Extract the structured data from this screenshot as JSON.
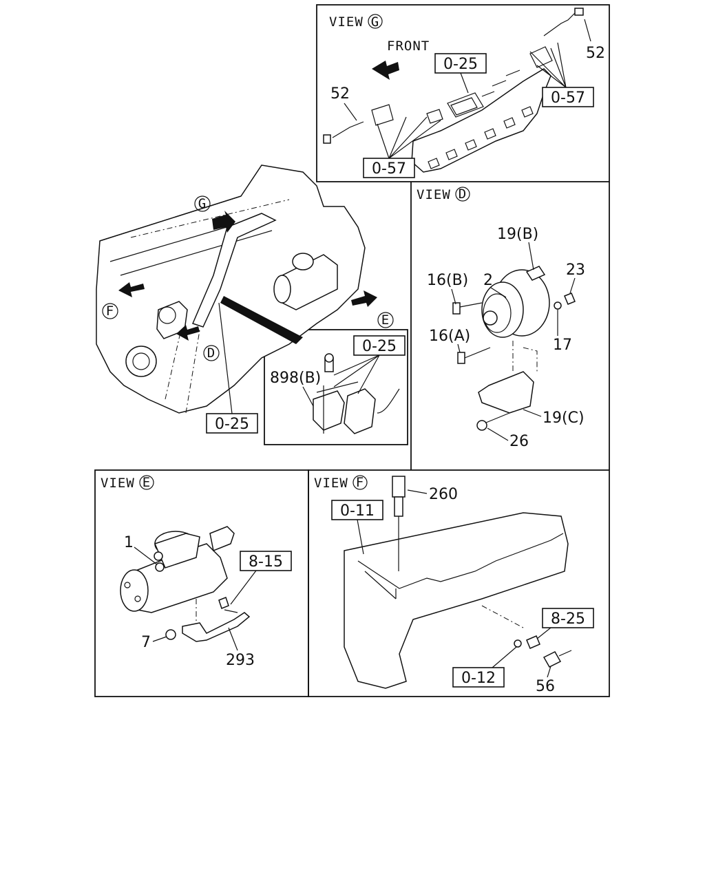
{
  "views": {
    "g": {
      "word": "VIEW",
      "letter": "G"
    },
    "d": {
      "word": "VIEW",
      "letter": "D"
    },
    "e": {
      "word": "VIEW",
      "letter": "E"
    },
    "f": {
      "word": "VIEW",
      "letter": "F"
    }
  },
  "main_markers": {
    "g": "G",
    "f": "F",
    "d": "D",
    "e": "E"
  },
  "front_label": "FRONT",
  "refs": {
    "g_025": "0-25",
    "g_057_right": "0-57",
    "g_057_left": "0-57",
    "main_025": "0-25",
    "inset_025": "0-25",
    "e_815": "8-15",
    "f_011": "0-11",
    "f_825": "8-25",
    "f_012": "0-12"
  },
  "parts": {
    "g_52_right": "52",
    "g_52_left": "52",
    "d_19b": "19(B)",
    "d_2": "2",
    "d_16b": "16(B)",
    "d_23": "23",
    "d_16a": "16(A)",
    "d_17": "17",
    "d_19c": "19(C)",
    "d_26": "26",
    "inset_898b": "898(B)",
    "e_1": "1",
    "e_7": "7",
    "e_293": "293",
    "f_260": "260",
    "f_56": "56"
  },
  "colors": {
    "ink": "#111111",
    "paper": "#ffffff"
  }
}
